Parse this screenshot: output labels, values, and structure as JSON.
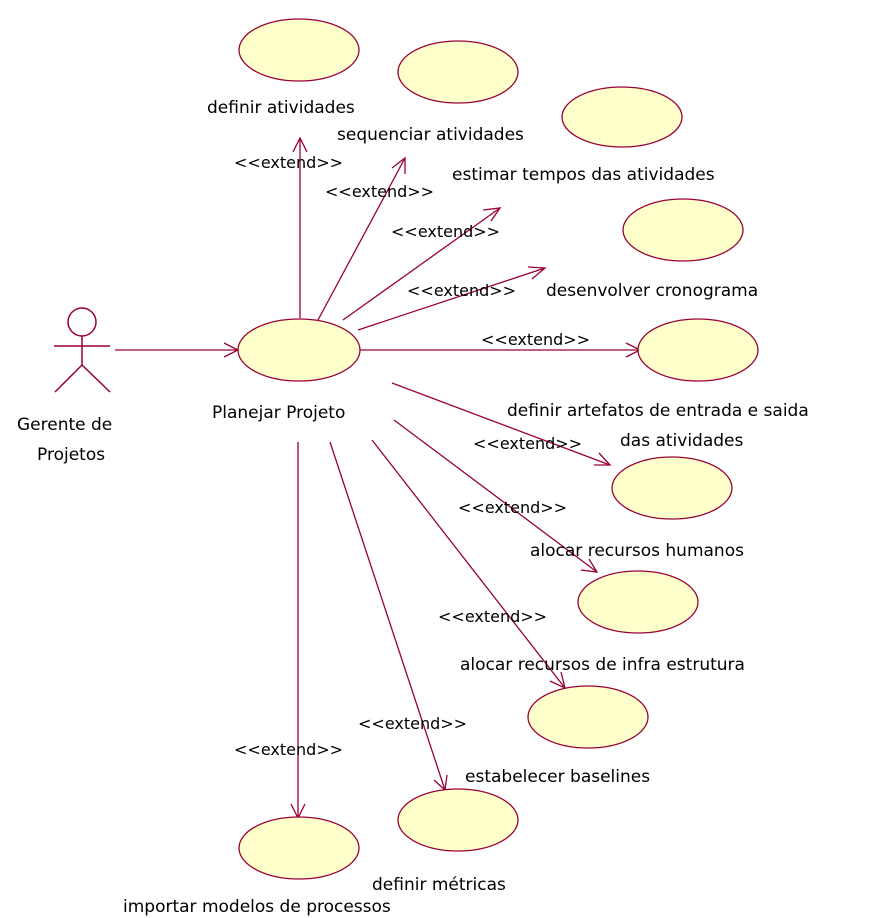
{
  "actor": {
    "name_line1": "Gerente de",
    "name_line2": "Projetos",
    "icon": "stick-figure-actor"
  },
  "main_use_case": {
    "label": "Planejar Projeto"
  },
  "stereotype": "<<extend>>",
  "use_cases": [
    {
      "id": "definir-atividades",
      "label": "definir atividades"
    },
    {
      "id": "sequenciar-atividades",
      "label": "sequenciar atividades"
    },
    {
      "id": "estimar-tempos",
      "label": "estimar tempos das atividades"
    },
    {
      "id": "desenvolver-cronograma",
      "label": "desenvolver cronograma"
    },
    {
      "id": "definir-artefatos",
      "label_line1": "definir artefatos de entrada e saida",
      "label_line2": "das atividades"
    },
    {
      "id": "alocar-recursos-humanos",
      "label": "alocar recursos humanos"
    },
    {
      "id": "alocar-recursos-infra",
      "label": "alocar recursos de infra estrutura"
    },
    {
      "id": "estabelecer-baselines",
      "label": "estabelecer baselines"
    },
    {
      "id": "definir-metricas",
      "label": "definir métricas"
    },
    {
      "id": "importar-modelos",
      "label": "importar modelos de processos"
    }
  ],
  "colors": {
    "line": "#990033",
    "ellipse_fill": "#ffffcc",
    "background": "#ffffff"
  }
}
